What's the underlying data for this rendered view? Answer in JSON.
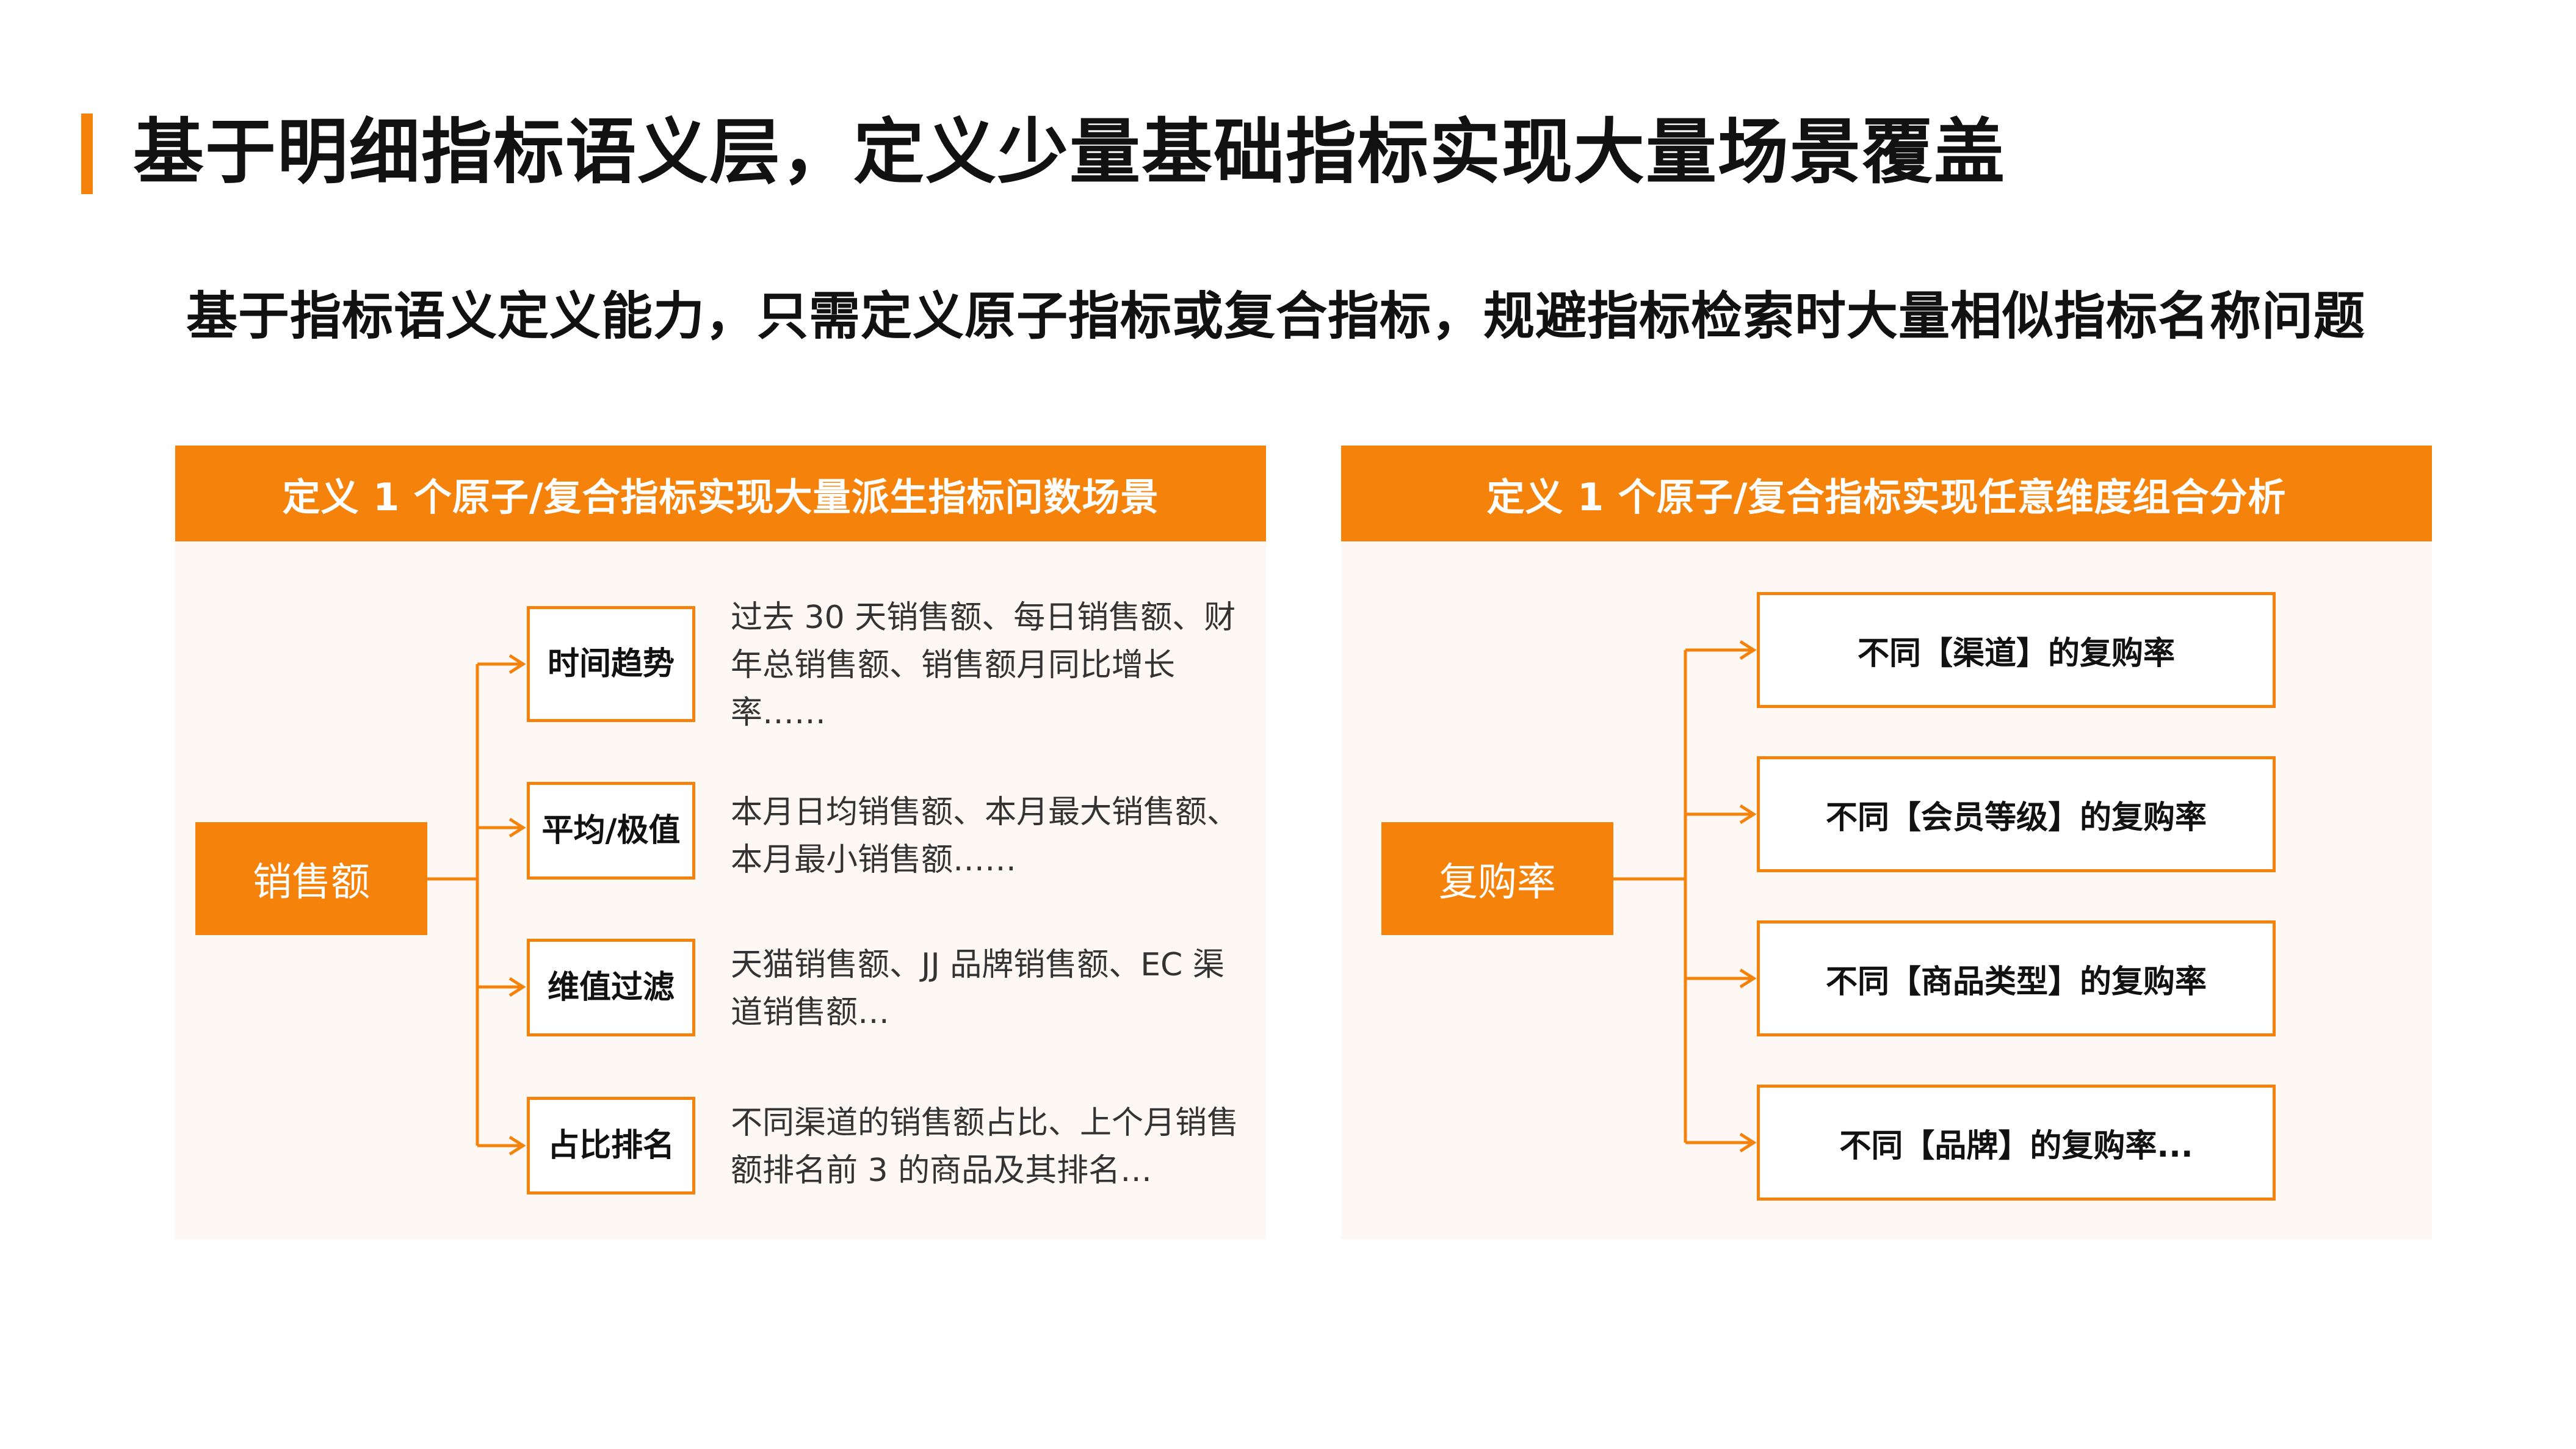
{
  "title": "基于明细指标语义层，定义少量基础指标实现大量场景覆盖",
  "subtitle": "基于指标语义定义能力，只需定义原子指标或复合指标，规避指标检索时大量相似指标名称问题",
  "left_panel": {
    "header": "定义 1 个原子/复合指标实现大量派生指标问数场景",
    "root": "销售额",
    "branches": [
      {
        "label": "时间趋势",
        "description": "过去 30 天销售额、每日销售额、财年总销售额、销售额月同比增长率……"
      },
      {
        "label": "平均/极值",
        "description": "本月日均销售额、本月最大销售额、本月最小销售额……"
      },
      {
        "label": "维值过滤",
        "description": "天猫销售额、JJ 品牌销售额、EC 渠道销售额…"
      },
      {
        "label": "占比排名",
        "description": "不同渠道的销售额占比、上个月销售额排名前 3 的商品及其排名…"
      }
    ]
  },
  "right_panel": {
    "header": "定义 1 个原子/复合指标实现任意维度组合分析",
    "root": "复购率",
    "branches": [
      {
        "label": "不同【渠道】的复购率"
      },
      {
        "label": "不同【会员等级】的复购率"
      },
      {
        "label": "不同【商品类型】的复购率"
      },
      {
        "label": "不同【品牌】的复购率..."
      }
    ]
  },
  "colors": {
    "accent": "#f5820a",
    "panel_background": "#fdf8f4",
    "text": "#111111"
  }
}
